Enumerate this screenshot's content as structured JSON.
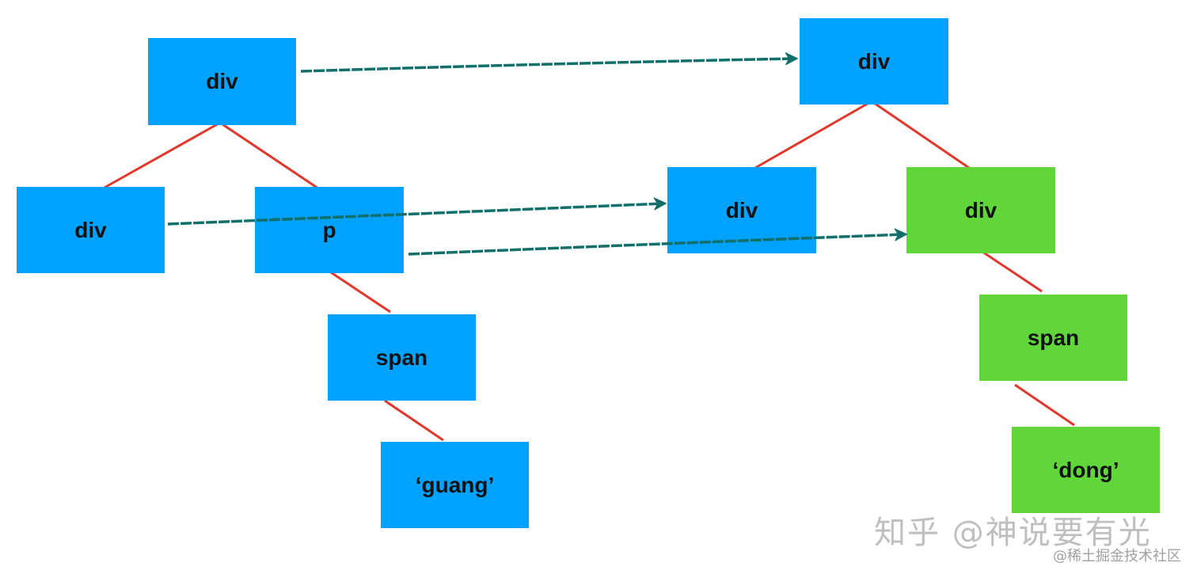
{
  "colors": {
    "old_node": "#00a2ff",
    "new_node": "#60d63a",
    "tree_edge": "#e2382b",
    "mapping_arrow": "#126f6b"
  },
  "old_tree": {
    "root": "div",
    "child_left": "div",
    "child_right": "p",
    "grandchild": "span",
    "text_leaf": "‘guang’"
  },
  "new_tree": {
    "root": "div",
    "child_left": "div",
    "child_right": "div",
    "grandchild": "span",
    "text_leaf": "‘dong’"
  },
  "watermark": {
    "main": "知乎 @神说要有光",
    "sub": "@稀土掘金技术社区"
  }
}
